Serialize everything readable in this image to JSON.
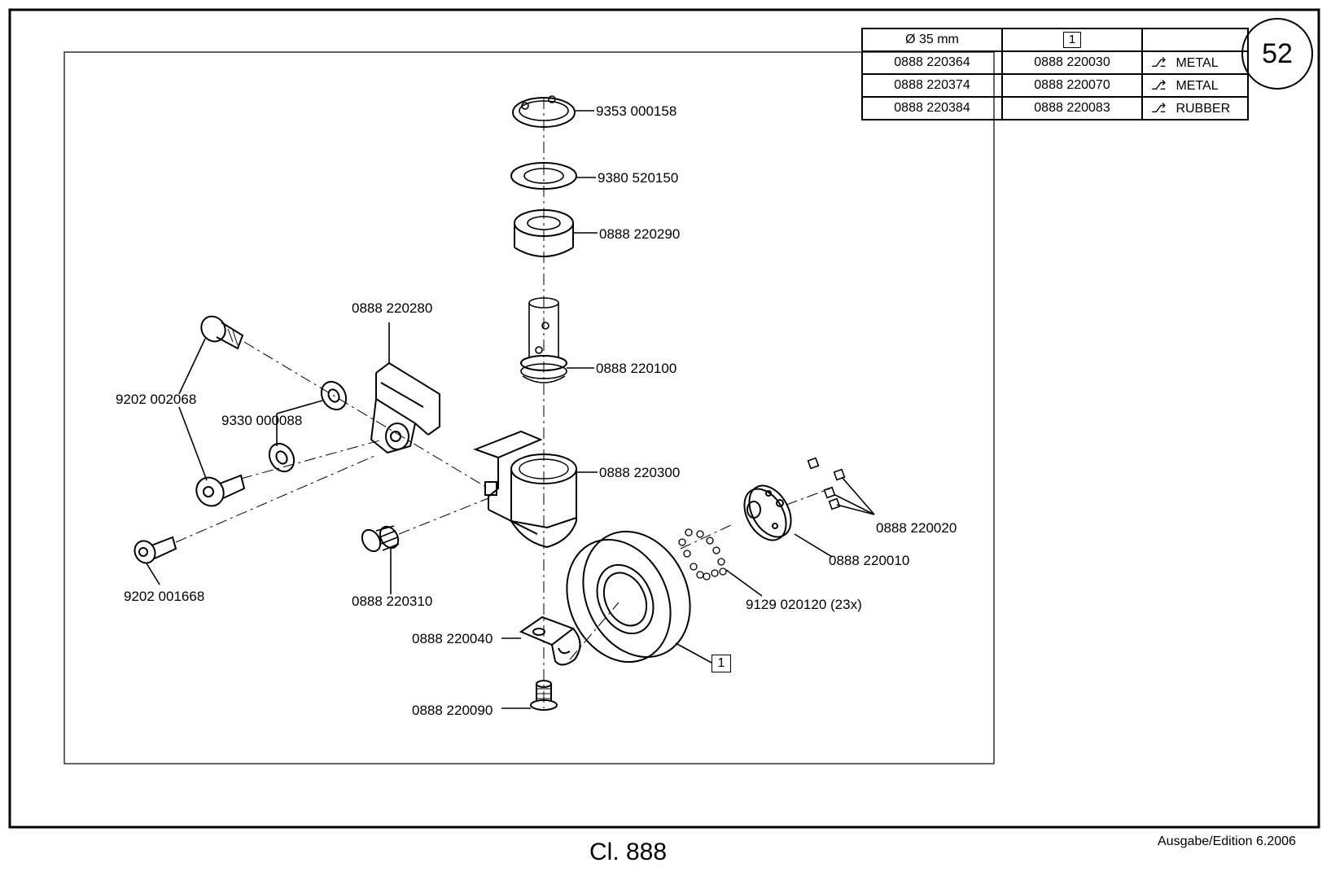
{
  "page_number": "52",
  "table": {
    "header": {
      "diameter": "Ø 35 mm",
      "col2_box": "1",
      "col3": ""
    },
    "rows": [
      {
        "wheel": "0888 220364",
        "item1": "0888 220030",
        "material": "METAL"
      },
      {
        "wheel": "0888 220374",
        "item1": "0888 220070",
        "material": "METAL"
      },
      {
        "wheel": "0888 220384",
        "item1": "0888 220083",
        "material": "RUBBER"
      }
    ]
  },
  "labels": {
    "p9353": "9353 000158",
    "p9380": "9380 520150",
    "p290": "0888 220290",
    "p280": "0888 220280",
    "p100": "0888 220100",
    "p9202a": "9202 002068",
    "p9330": "9330 000088",
    "p300": "0888 220300",
    "p020": "0888 220020",
    "p010": "0888 220010",
    "p9202b": "9202 001668",
    "p310": "0888 220310",
    "p9129": "9129 020120 (23x)",
    "p040": "0888 220040",
    "p090": "0888 220090",
    "callout": "1"
  },
  "footer": {
    "title": "Cl. 888",
    "edition": "Ausgabe/Edition   6.2006"
  }
}
